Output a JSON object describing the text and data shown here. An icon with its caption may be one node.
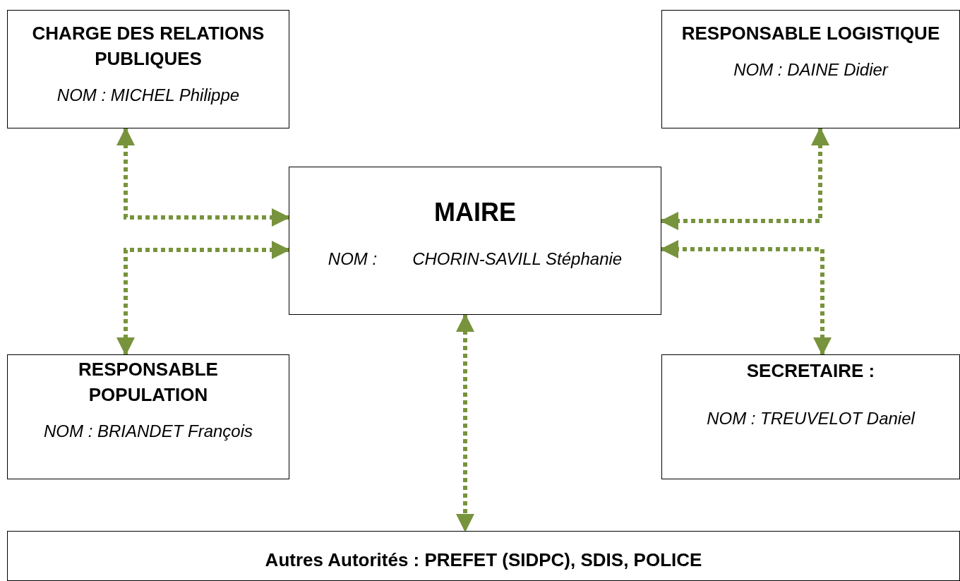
{
  "diagram": {
    "nodes": [
      {
        "text": [
          "CHARGE DES RELATIONS PUBLIQUES",
          "NOM : MICHEL Philippe"
        ]
      },
      {
        "text": [
          "RESPONSABLE LOGISTIQUE",
          "NOM : DAINE Didier"
        ]
      },
      {
        "text": [
          "MAIRE",
          "NOM :",
          "CHORIN-SAVILL Stéphanie"
        ]
      },
      {
        "text": [
          "RESPONSABLE POPULATION",
          "NOM : BRIANDET François"
        ]
      },
      {
        "text": [
          "SECRETAIRE :",
          "NOM : TREUVELOT Daniel"
        ]
      },
      {
        "text": [
          "Autres Autorités : PREFET (SIDPC), SDIS, POLICE"
        ]
      }
    ],
    "edges": [
      {
        "from": 0,
        "to": 2,
        "arrow": "both",
        "style": "dashed"
      },
      {
        "from": 3,
        "to": 2,
        "arrow": "both",
        "style": "dashed"
      },
      {
        "from": 1,
        "to": 2,
        "arrow": "both",
        "style": "dashed"
      },
      {
        "from": 4,
        "to": 2,
        "arrow": "both",
        "style": "dashed"
      },
      {
        "from": 2,
        "to": 5,
        "arrow": "both",
        "style": "dashed"
      }
    ]
  }
}
